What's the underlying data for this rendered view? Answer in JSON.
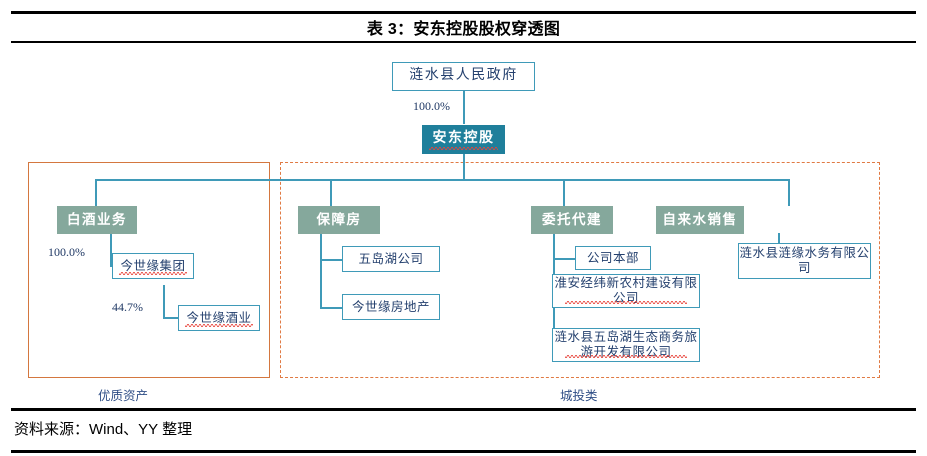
{
  "title": "表 3：安东控股股权穿透图",
  "source": "资料来源：Wind、YY 整理",
  "colors": {
    "teal_fill": "#1f7f9b",
    "green_fill": "#85a89c",
    "box_border": "#3f9ab8",
    "solid_group_border": "#d4773f",
    "dashed_group_border": "#e07a43",
    "text_navy": "#24406e",
    "label_blue": "#2f4e86"
  },
  "nodes": {
    "government": "涟水县人民政府",
    "holding": "安东控股",
    "baijiu": "白酒业务",
    "jinshiyuan_group": "今世缘集团",
    "jinshiyuan_liquor": "今世缘酒业",
    "baozhangfang": "保障房",
    "wudaohu": "五岛湖公司",
    "jinshiyuan_realestate": "今世缘房地产",
    "weituodaijian": "委托代建",
    "headquarters": "公司本部",
    "huaian_jingwei": "淮安经纬新农村建设有限公司",
    "lianshui_wudaohu_tourism": "涟水县五岛湖生态商务旅游开发有限公司",
    "zilaishui": "自来水销售",
    "lianyuan_water": "涟水县涟缘水务有限公司"
  },
  "percentages": {
    "gov_to_holding": "100.0%",
    "baijiu_to_group": "100.0%",
    "group_to_liquor": "44.7%"
  },
  "group_labels": {
    "left": "优质资产",
    "right": "城投类"
  }
}
